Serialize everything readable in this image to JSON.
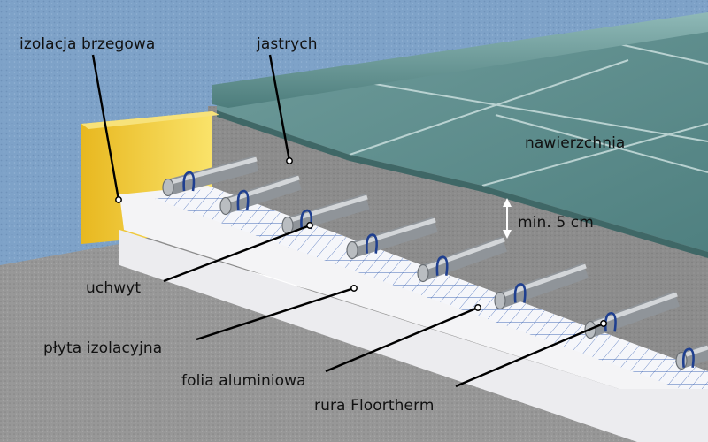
{
  "labels": {
    "edge_insulation": "izolacja brzegowa",
    "screed": "jastrych",
    "surface": "nawierzchnia",
    "min_thickness": "min. 5 cm",
    "holder": "uchwyt",
    "insulation_board": "płyta izolacyjna",
    "aluminium_foil": "folia aluminiowa",
    "pipe": "rura Floortherm"
  },
  "colors": {
    "wall": "#7fa3c9",
    "tiles": "#5f8f8e",
    "screed": "#8a8a8a",
    "subfloor": "#9a9a9a",
    "edge_strip": "#f3d23a",
    "insulation_board": "#f4f4f6",
    "foil_grid": "#2a55a8",
    "pipe": "#a9adb1",
    "holder": "#1f3f8f",
    "leader_line": "#000000"
  }
}
